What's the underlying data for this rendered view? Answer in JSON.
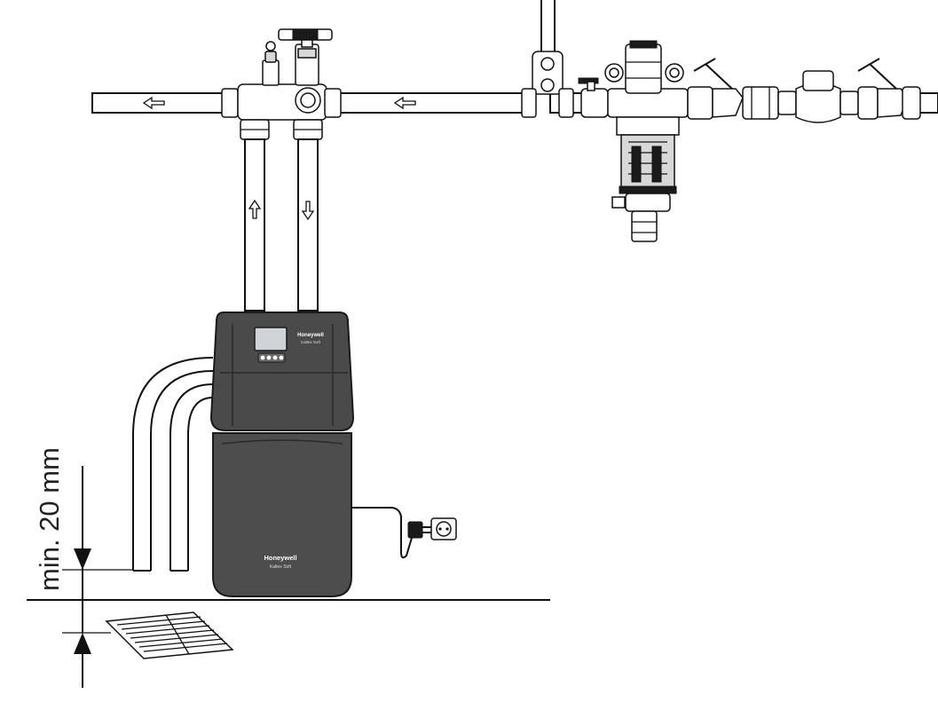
{
  "dimension_label": "min. 20 mm",
  "brand_name": "Honeywell",
  "model_name": "Kaltex Soft"
}
